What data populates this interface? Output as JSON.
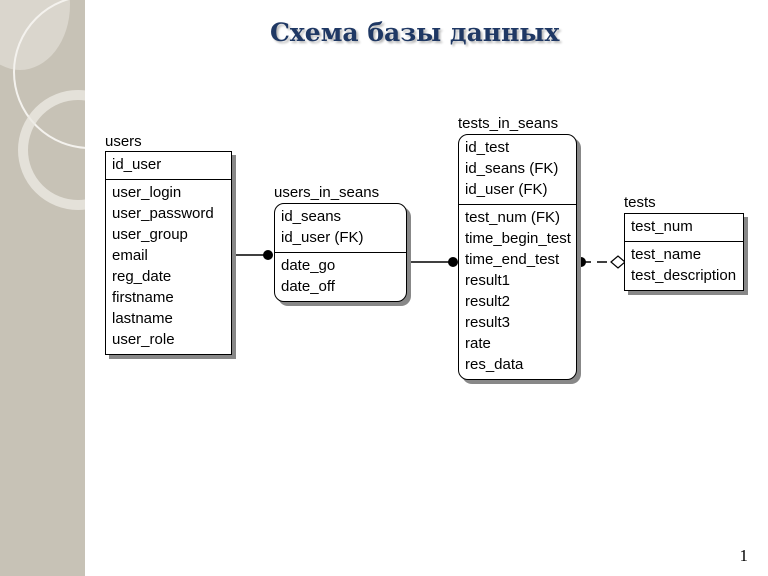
{
  "title": "Схема базы данных",
  "page_number": "1",
  "entities": [
    {
      "id": "users",
      "name": "users",
      "rounded": false,
      "keys": [
        "id_user"
      ],
      "attributes": [
        "user_login",
        "user_password",
        "user_group",
        "email",
        "reg_date",
        "firstname",
        "lastname",
        "user_role"
      ]
    },
    {
      "id": "users_in_seans",
      "name": "users_in_seans",
      "rounded": true,
      "keys": [
        "id_seans",
        "id_user (FK)"
      ],
      "attributes": [
        "date_go",
        "date_off"
      ]
    },
    {
      "id": "tests_in_seans",
      "name": "tests_in_seans",
      "rounded": true,
      "keys": [
        "id_test",
        "id_seans (FK)",
        "id_user (FK)"
      ],
      "attributes": [
        "test_num (FK)",
        "time_begin_test",
        "time_end_test",
        "result1",
        "result2",
        "result3",
        "rate",
        "res_data"
      ]
    },
    {
      "id": "tests",
      "name": "tests",
      "rounded": false,
      "keys": [
        "test_num"
      ],
      "attributes": [
        "test_name",
        "test_description"
      ]
    }
  ],
  "relationships": [
    {
      "from": "users",
      "to": "users_in_seans",
      "style": "solid",
      "identifying": true
    },
    {
      "from": "users_in_seans",
      "to": "tests_in_seans",
      "style": "solid",
      "identifying": true
    },
    {
      "from": "tests",
      "to": "tests_in_seans",
      "style": "dashed",
      "identifying": false,
      "optional": true
    }
  ]
}
